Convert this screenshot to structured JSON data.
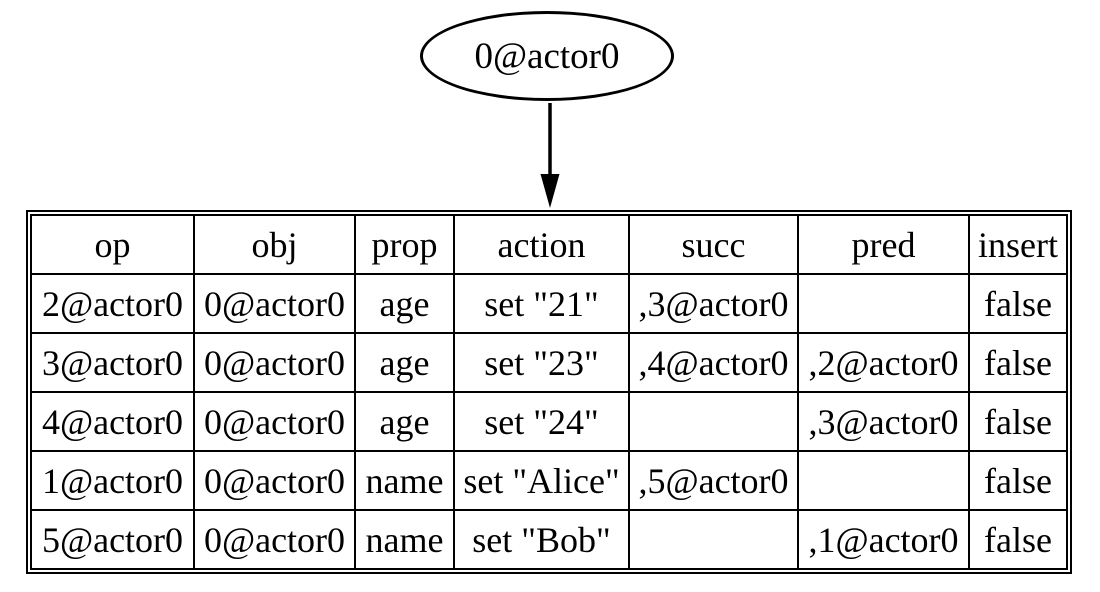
{
  "colors": {
    "foreground": "#000000",
    "background": "#ffffff"
  },
  "node": {
    "label": "0@actor0"
  },
  "edge": {
    "icon": "arrow-down"
  },
  "table": {
    "headers": [
      "op",
      "obj",
      "prop",
      "action",
      "succ",
      "pred",
      "insert"
    ],
    "rows": [
      [
        "2@actor0",
        "0@actor0",
        "age",
        "set \"21\"",
        ",3@actor0",
        "",
        "false"
      ],
      [
        "3@actor0",
        "0@actor0",
        "age",
        "set \"23\"",
        ",4@actor0",
        ",2@actor0",
        "false"
      ],
      [
        "4@actor0",
        "0@actor0",
        "age",
        "set \"24\"",
        "",
        ",3@actor0",
        "false"
      ],
      [
        "1@actor0",
        "0@actor0",
        "name",
        "set \"Alice\"",
        ",5@actor0",
        "",
        "false"
      ],
      [
        "5@actor0",
        "0@actor0",
        "name",
        "set \"Bob\"",
        "",
        ",1@actor0",
        "false"
      ]
    ]
  }
}
